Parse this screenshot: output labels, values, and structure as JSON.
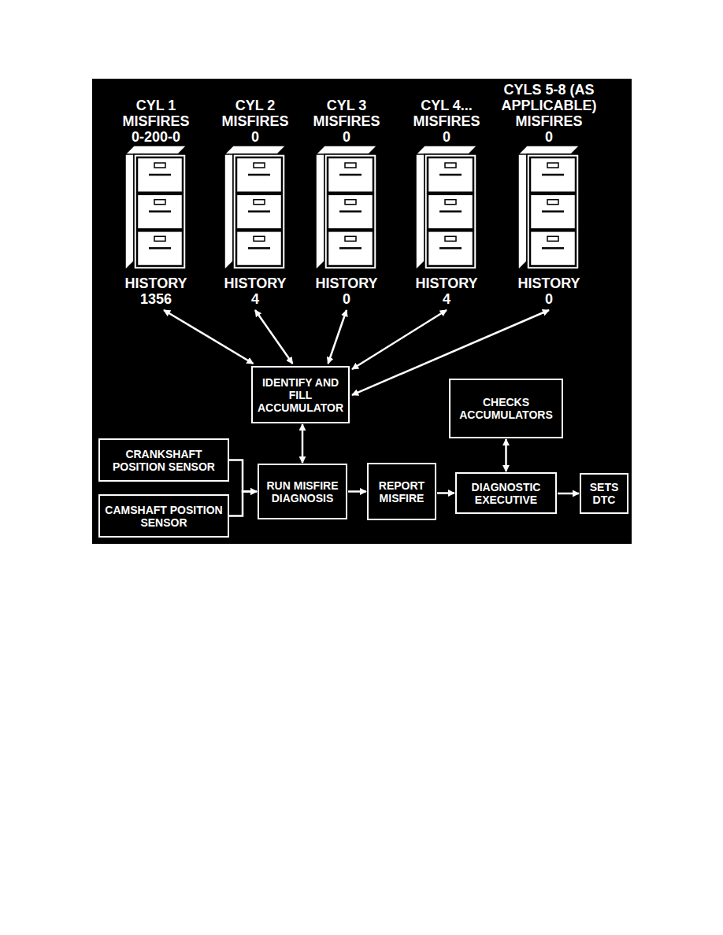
{
  "diagram": {
    "nodes": [
      {
        "text": [
          "CYL 1 MISFIRES",
          "0-200-0",
          "HISTORY",
          "1356"
        ]
      },
      {
        "text": [
          "CYL 2 MISFIRES",
          "0",
          "HISTORY",
          "4"
        ]
      },
      {
        "text": [
          "CYL 3 MISFIRES",
          "0",
          "HISTORY",
          "0"
        ]
      },
      {
        "text": [
          "CYL 4... MISFIRES",
          "0",
          "HISTORY",
          "4"
        ]
      },
      {
        "text": [
          "CYLS 5-8 (AS APPLICABLE) MISFIRES",
          "0",
          "HISTORY",
          "0"
        ]
      },
      {
        "text": [
          "IDENTIFY AND FILL ACCUMULATOR"
        ]
      },
      {
        "text": [
          "CHECKS ACCUMULATORS"
        ]
      },
      {
        "text": [
          "CRANKSHAFT POSITION SENSOR"
        ]
      },
      {
        "text": [
          "CAMSHAFT POSITION SENSOR"
        ]
      },
      {
        "text": [
          "RUN MISFIRE DIAGNOSIS"
        ]
      },
      {
        "text": [
          "REPORT MISFIRE"
        ]
      },
      {
        "text": [
          "DIAGNOSTIC EXECUTIVE"
        ]
      },
      {
        "text": [
          "SETS DTC"
        ]
      }
    ],
    "edges": [
      {
        "from": 0,
        "to": 5,
        "arrow": "both"
      },
      {
        "from": 1,
        "to": 5,
        "arrow": "both"
      },
      {
        "from": 2,
        "to": 5,
        "arrow": "both"
      },
      {
        "from": 3,
        "to": 5,
        "arrow": "both"
      },
      {
        "from": 4,
        "to": 5,
        "arrow": "both"
      },
      {
        "from": 7,
        "to": 9,
        "arrow": "to"
      },
      {
        "from": 8,
        "to": 9,
        "arrow": "to"
      },
      {
        "from": 5,
        "to": 9,
        "arrow": "both"
      },
      {
        "from": 9,
        "to": 10,
        "arrow": "to"
      },
      {
        "from": 10,
        "to": 11,
        "arrow": "to"
      },
      {
        "from": 6,
        "to": 11,
        "arrow": "both"
      },
      {
        "from": 11,
        "to": 12,
        "arrow": "to"
      }
    ]
  }
}
